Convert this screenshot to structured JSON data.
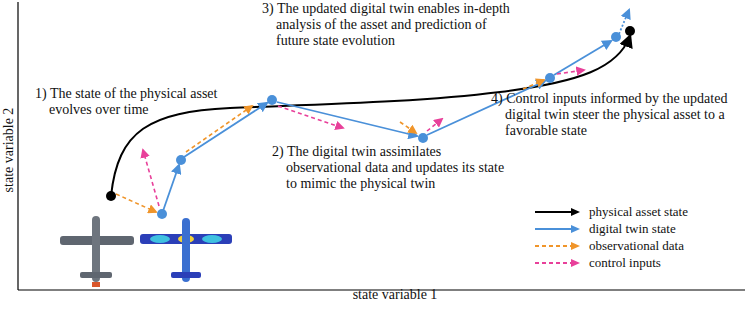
{
  "diagram": {
    "labels": [
      "1) The state of the physical asset evolves over time",
      "2) The digital twin assimilates observational data and updates its state to mimic the physical twin",
      "3) The updated digital twin enables in-depth analysis of the asset and prediction of future state evolution",
      "4) Control inputs informed by the updated digital twin steer the physical asset to a favorable state",
      "state variable 1",
      "state variable 2"
    ],
    "legend": [
      {
        "text": "physical asset state"
      },
      {
        "text": "digital twin state"
      },
      {
        "text": "observational data"
      },
      {
        "text": "control inputs"
      }
    ]
  }
}
